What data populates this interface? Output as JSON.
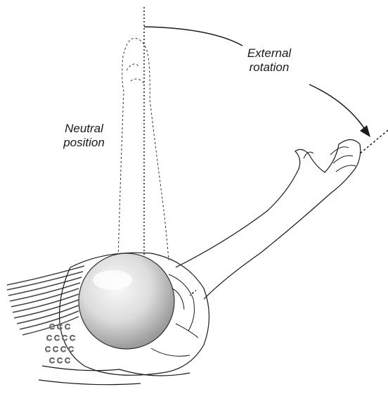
{
  "labels": {
    "external_rotation": {
      "line1": "External",
      "line2": "rotation"
    },
    "neutral_position": {
      "line1": "Neutral",
      "line2": "position"
    }
  },
  "colors": {
    "ink": "#1a1a1a",
    "ball_light": "#f2f2f2",
    "ball_mid": "#c9c9c9",
    "muscle": "#555555",
    "background": "#ffffff"
  }
}
